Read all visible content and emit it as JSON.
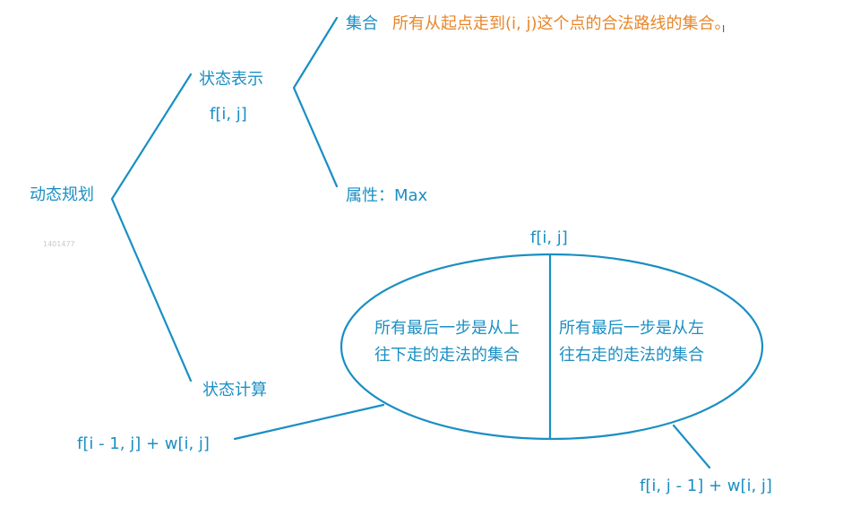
{
  "colors": {
    "line": "#1a8fc4",
    "text": "#1a8fc4",
    "highlight": "#e8862a"
  },
  "root": {
    "label": "动态规划"
  },
  "state_repr": {
    "label": "状态表示",
    "sub": "f[i, j]",
    "set_label": "集合",
    "set_desc": "所有从起点走到(i, j)这个点的合法路线的集合。",
    "attr_label": "属性：Max"
  },
  "state_calc": {
    "label": "状态计算",
    "ellipse_title": "f[i, j]",
    "left_cell": {
      "line1": "所有最后一步是从上",
      "line2": "往下走的走法的集合"
    },
    "right_cell": {
      "line1": "所有最后一步是从左",
      "line2": "往右走的走法的集合"
    },
    "left_formula": "f[i - 1, j] + w[i, j]",
    "right_formula": "f[i, j - 1] + w[i, j]"
  },
  "watermark": "1401477",
  "cursor_glyph": "I"
}
